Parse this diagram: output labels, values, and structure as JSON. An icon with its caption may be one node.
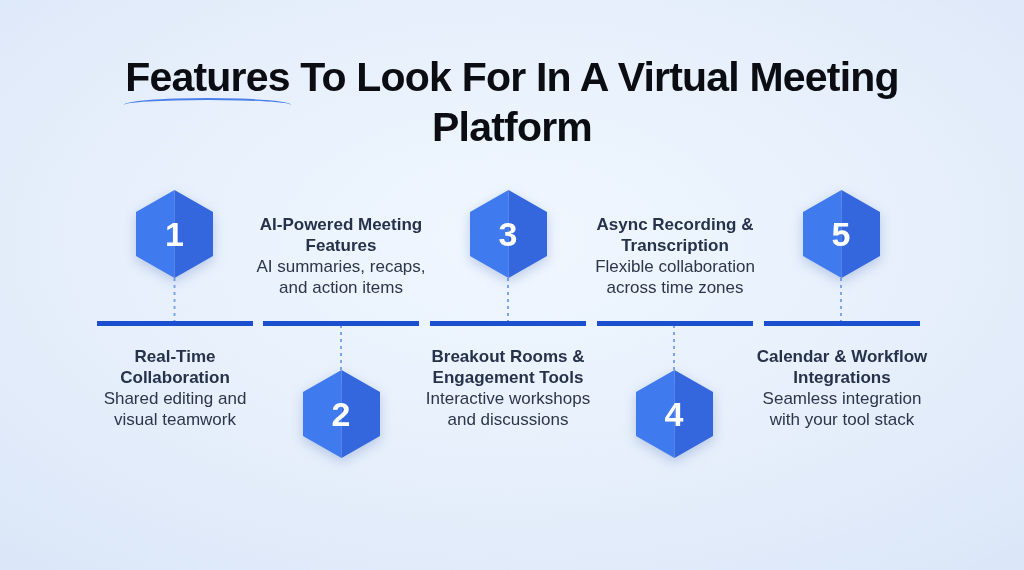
{
  "diagram": {
    "title": "Features To Look For In A Virtual Meeting Platform",
    "nodes": [
      {
        "text": [
          "1"
        ]
      },
      {
        "text": [],
        "shape": "bar",
        "beside": [
          "Real-Time Collaboration",
          "Shared editing and visual teamwork"
        ]
      },
      {
        "text": [
          "2"
        ]
      },
      {
        "text": [],
        "shape": "bar",
        "beside": [
          "AI-Powered Meeting Features",
          "AI summaries, recaps, and action items"
        ]
      },
      {
        "text": [
          "3"
        ]
      },
      {
        "text": [],
        "shape": "bar",
        "beside": [
          "Breakout Rooms & Engagement Tools",
          "Interactive workshops and discussions"
        ]
      },
      {
        "text": [
          "4"
        ]
      },
      {
        "text": [],
        "shape": "bar",
        "beside": [
          "Async Recording & Transcription",
          "Flexible collaboration across time zones"
        ]
      },
      {
        "text": [
          "5"
        ]
      },
      {
        "text": [],
        "shape": "bar",
        "beside": [
          "Calendar & Workflow Integrations",
          "Seamless integration with your tool stack"
        ]
      }
    ],
    "edges": [
      {
        "from": 0,
        "to": 1,
        "arrow": "none",
        "style": "dashed"
      },
      {
        "from": 2,
        "to": 3,
        "arrow": "none",
        "style": "dashed"
      },
      {
        "from": 4,
        "to": 5,
        "arrow": "none",
        "style": "dashed"
      },
      {
        "from": 6,
        "to": 7,
        "arrow": "none",
        "style": "dashed"
      },
      {
        "from": 8,
        "to": 9,
        "arrow": "none",
        "style": "dashed"
      }
    ]
  }
}
